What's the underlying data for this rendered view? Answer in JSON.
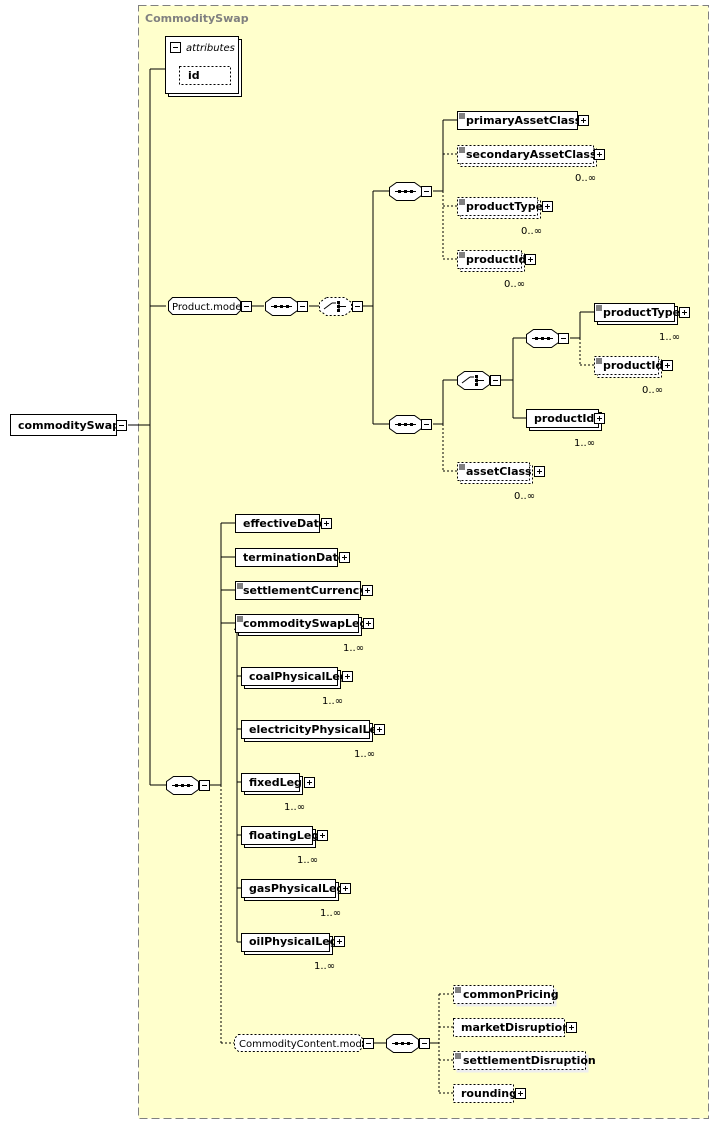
{
  "colors": {
    "background": "#ffffff",
    "group_fill": "#ffffcc",
    "group_border": "#808080",
    "element_fill": "#ffffff",
    "title_text": "#808080"
  },
  "diagram": {
    "title": "CommoditySwap",
    "root": "commoditySwap",
    "attributes_label": "attributes",
    "attribute_id": "id",
    "product_model": "Product.model",
    "commodity_content_model": "CommodityContent.model",
    "elements": {
      "primaryAssetClass": "primaryAssetClass",
      "secondaryAssetClass": "secondaryAssetClass",
      "productType": "productType",
      "productId": "productId",
      "productType_2": "productType",
      "productId_2": "productId",
      "productId_3": "productId",
      "assetClass": "assetClass",
      "effectiveDate": "effectiveDate",
      "terminationDate": "terminationDate",
      "settlementCurrency": "settlementCurrency",
      "commoditySwapLeg": "commoditySwapLeg",
      "coalPhysicalLeg": "coalPhysicalLeg",
      "electricityPhysicalLeg": "electricityPhysicalLeg",
      "fixedLeg": "fixedLeg",
      "floatingLeg": "floatingLeg",
      "gasPhysicalLeg": "gasPhysicalLeg",
      "oilPhysicalLeg": "oilPhysicalLeg",
      "commonPricing": "commonPricing",
      "marketDisruption": "marketDisruption",
      "settlementDisruption": "settlementDisruption",
      "rounding": "rounding"
    },
    "cardinalities": {
      "secondaryAssetClass": "0..∞",
      "productType": "0..∞",
      "productId": "0..∞",
      "productType_2": "1..∞",
      "productId_2": "0..∞",
      "productId_3": "1..∞",
      "assetClass": "0..∞",
      "commoditySwapLeg": "1..∞",
      "coalPhysicalLeg": "1..∞",
      "electricityPhysicalLeg": "1..∞",
      "fixedLeg": "1..∞",
      "floatingLeg": "1..∞",
      "gasPhysicalLeg": "1..∞",
      "oilPhysicalLeg": "1..∞"
    },
    "icons": {
      "expand": "plus-box-icon",
      "collapse": "minus-box-icon",
      "sequence": "sequence-compositor-icon",
      "choice": "choice-compositor-icon",
      "documentation": "documentation-lines-icon"
    }
  }
}
